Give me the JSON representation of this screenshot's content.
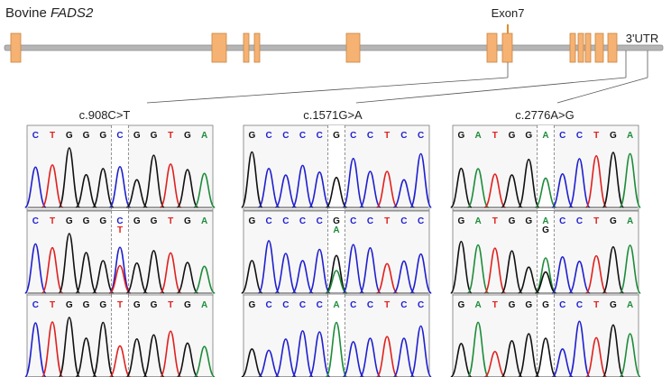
{
  "gene": {
    "title_prefix": "Bovine ",
    "title_gene": "FADS2",
    "exon_label": "Exon7",
    "utr_label": "3'UTR"
  },
  "colors": {
    "exon_fill": "#F5B273",
    "exon_stroke": "#C9843F",
    "line": "#A8A8A8",
    "A": "#1E8C3A",
    "C": "#1F1FD0",
    "G": "#111111",
    "T": "#E0201E",
    "panel_bg": "#F7F7F7",
    "highlight_bg": "#FFFFFF"
  },
  "panels": [
    {
      "label": "c.908C>T",
      "rows": [
        {
          "bases": [
            "C",
            "T",
            "G",
            "G",
            "G",
            "C",
            "G",
            "G",
            "T",
            "G",
            "A"
          ],
          "second": ""
        },
        {
          "bases": [
            "C",
            "T",
            "G",
            "G",
            "G",
            "C",
            "G",
            "G",
            "T",
            "G",
            "A"
          ],
          "second": "T"
        },
        {
          "bases": [
            "C",
            "T",
            "G",
            "G",
            "G",
            "T",
            "G",
            "G",
            "T",
            "G",
            "A"
          ],
          "second": ""
        }
      ]
    },
    {
      "label": "c.1571G>A",
      "rows": [
        {
          "bases": [
            "G",
            "C",
            "C",
            "C",
            "C",
            "G",
            "C",
            "C",
            "T",
            "C",
            "C"
          ],
          "second": ""
        },
        {
          "bases": [
            "G",
            "C",
            "C",
            "C",
            "C",
            "G",
            "C",
            "C",
            "T",
            "C",
            "C"
          ],
          "second": "A"
        },
        {
          "bases": [
            "G",
            "C",
            "C",
            "C",
            "C",
            "A",
            "C",
            "C",
            "T",
            "C",
            "C"
          ],
          "second": ""
        }
      ]
    },
    {
      "label": "c.2776A>G",
      "rows": [
        {
          "bases": [
            "G",
            "A",
            "T",
            "G",
            "G",
            "A",
            "C",
            "C",
            "T",
            "G",
            "A"
          ],
          "second": ""
        },
        {
          "bases": [
            "G",
            "A",
            "T",
            "G",
            "G",
            "A",
            "C",
            "C",
            "T",
            "G",
            "A"
          ],
          "second": "G"
        },
        {
          "bases": [
            "G",
            "A",
            "T",
            "G",
            "G",
            "G",
            "C",
            "C",
            "T",
            "G",
            "A"
          ],
          "second": ""
        }
      ]
    }
  ]
}
